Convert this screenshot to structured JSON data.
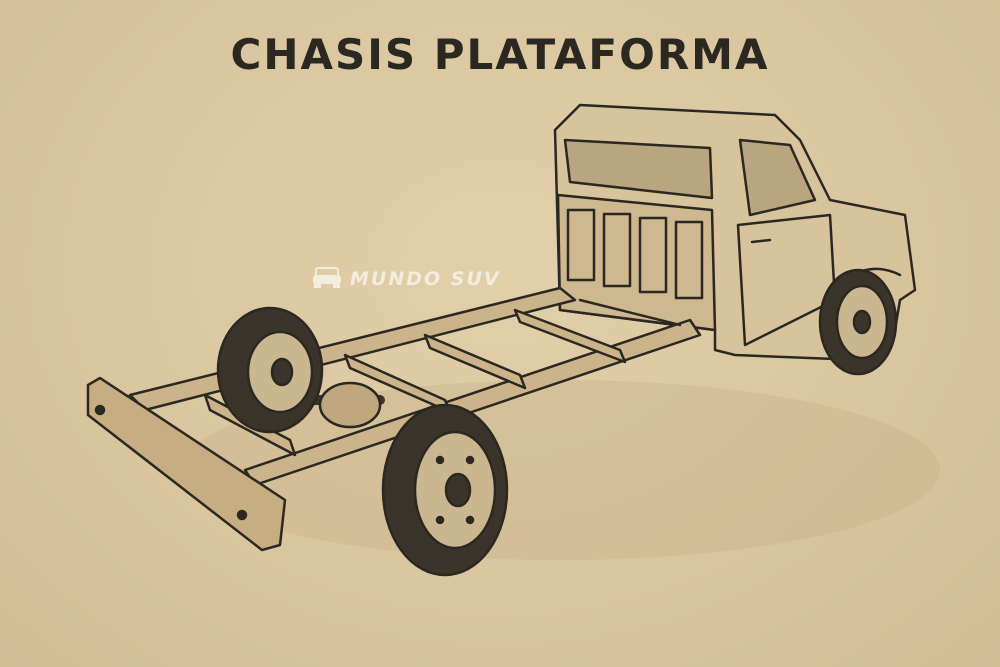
{
  "title": "CHASIS PLATAFORMA",
  "watermark": {
    "icon": "suv-icon",
    "text": "MUNDO SUV"
  },
  "illustration": {
    "subject": "pickup-truck-cab-with-bare-flatbed-chassis",
    "style": "pencil-sketch",
    "colors": {
      "background": "#ddc9a3",
      "ink": "#2b2822",
      "watermark": "#f6f1e6"
    }
  }
}
